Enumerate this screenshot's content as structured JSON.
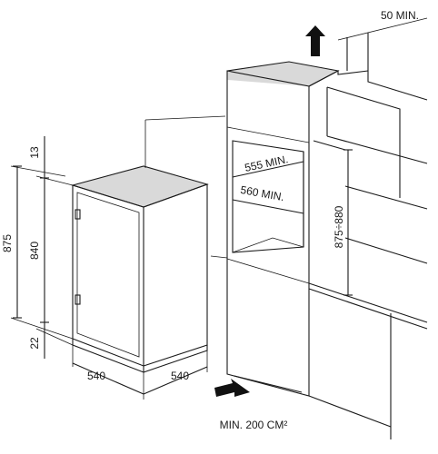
{
  "labels": {
    "top_clearance": "50 MIN.",
    "depth_upper": "555 MIN.",
    "depth_lower": "560 MIN.",
    "niche_height": "875÷880",
    "overall_height": "875",
    "body_height": "840",
    "top_gap": "13",
    "bottom_gap": "22",
    "width": "540",
    "depth": "540",
    "vent_area": "MIN. 200 CM²"
  },
  "colors": {
    "line": "#1a1a1a",
    "shade": "#d9d9d9",
    "arrow": "#111111"
  },
  "icons": {
    "up_arrow": "vent-up-arrow-icon",
    "in_arrow": "vent-in-arrow-icon"
  }
}
